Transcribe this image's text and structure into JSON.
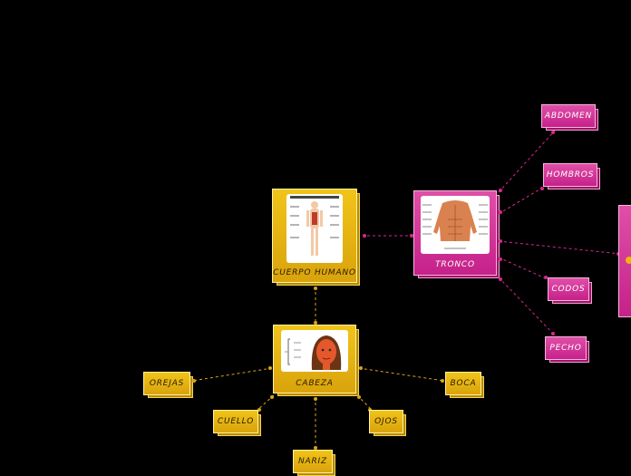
{
  "nodes": {
    "cuerpo_humano": "CUERPO HUMANO",
    "cabeza": "CABEZA",
    "tronco": "TRONCO",
    "orejas": "OREJAS",
    "cuello": "CUELLO",
    "nariz": "NARIZ",
    "ojos": "OJOS",
    "boca": "BOCA",
    "abdomen": "ABDOMEN",
    "hombros": "HOMBROS",
    "codos": "CODOS",
    "pecho": "PECHO"
  },
  "colors": {
    "background": "#000000",
    "gold_topic": "#e2b012",
    "pink_topic": "#cf2f96",
    "gold_link": "#d9a516",
    "pink_link": "#d9278e"
  }
}
